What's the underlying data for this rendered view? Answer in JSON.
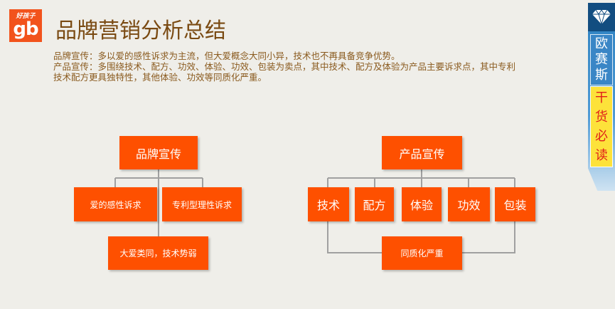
{
  "logo": {
    "small": "好孩子",
    "big": "gb"
  },
  "title": "品牌营销分析总结",
  "desc": [
    "品牌宣传：多以爱的感性诉求为主流，但大爱概念大同小异，技术也不再具备竞争优势。",
    "产品宣传：多围绕技术、配方、功效、体验、功效、包装为卖点，其中技术、配方及体验为产品主要诉求点，其中专利技术配方更具独特性，其他体验、功效等同质化严重。"
  ],
  "brand": {
    "root": "品牌宣传",
    "children": [
      "爱的感性诉求",
      "专利型理性诉求"
    ],
    "result": "大爱类同，技术势弱"
  },
  "product": {
    "root": "产品宣传",
    "children": [
      "技术",
      "配方",
      "体验",
      "功效",
      "包装"
    ],
    "result": "同质化严重"
  },
  "side": {
    "brand": [
      "欧",
      "赛",
      "斯"
    ],
    "tag": [
      "干",
      "货",
      "必",
      "读"
    ]
  },
  "colors": {
    "box": "#fe5000",
    "title": "#7a4a12",
    "line": "#a0a0a0"
  }
}
